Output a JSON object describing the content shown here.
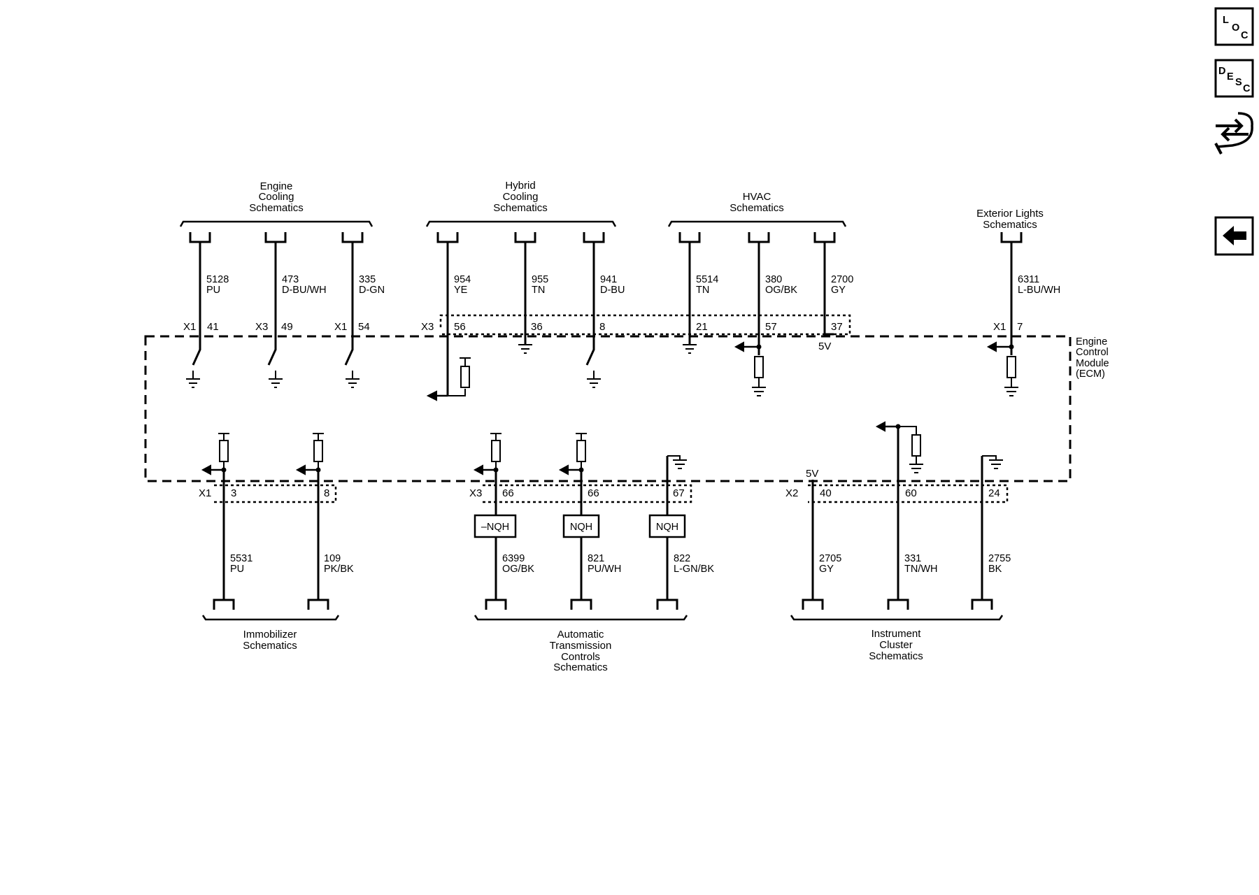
{
  "toolbar": {
    "loc": [
      "L",
      "O",
      "C"
    ],
    "desc": [
      "D",
      "E",
      "S",
      "C"
    ],
    "swap_icon": "swap-connector-icon",
    "back_icon": "back-arrow-icon"
  },
  "module": [
    "Engine",
    "Control",
    "Module",
    "(ECM)"
  ],
  "groups": {
    "engine_cooling": [
      "Engine",
      "Cooling",
      "Schematics"
    ],
    "hybrid_cooling": [
      "Hybrid",
      "Cooling",
      "Schematics"
    ],
    "hvac": [
      "HVAC",
      "Schematics"
    ],
    "exterior_lights": [
      "Exterior Lights",
      "Schematics"
    ],
    "immobilizer": [
      "Immobilizer",
      "Schematics"
    ],
    "auto_trans": [
      "Automatic",
      "Transmission",
      "Controls",
      "Schematics"
    ],
    "instrument_cluster": [
      "Instrument",
      "Cluster",
      "Schematics"
    ]
  },
  "connectors": {
    "x1": "X1",
    "x2": "X2",
    "x3": "X3"
  },
  "top_circuits": [
    {
      "circuit": "5128",
      "color": "PU",
      "pin": "41"
    },
    {
      "circuit": "473",
      "color": "D-BU/WH",
      "pin": "49"
    },
    {
      "circuit": "335",
      "color": "D-GN",
      "pin": "54"
    },
    {
      "circuit": "954",
      "color": "YE",
      "pin": "56"
    },
    {
      "circuit": "955",
      "color": "TN",
      "pin": "36"
    },
    {
      "circuit": "941",
      "color": "D-BU",
      "pin": "8"
    },
    {
      "circuit": "5514",
      "color": "TN",
      "pin": "21"
    },
    {
      "circuit": "380",
      "color": "OG/BK",
      "pin": "57"
    },
    {
      "circuit": "2700",
      "color": "GY",
      "pin": "37"
    },
    {
      "circuit": "6311",
      "color": "L-BU/WH",
      "pin": "7"
    }
  ],
  "bottom_circuits": [
    {
      "circuit": "5531",
      "color": "PU",
      "pin": "3"
    },
    {
      "circuit": "109",
      "color": "PK/BK",
      "pin": "8"
    },
    {
      "circuit": "6399",
      "color": "OG/BK",
      "pin": "66"
    },
    {
      "circuit": "821",
      "color": "PU/WH",
      "pin": "66"
    },
    {
      "circuit": "822",
      "color": "L-GN/BK",
      "pin": "67"
    },
    {
      "circuit": "2705",
      "color": "GY",
      "pin": "40"
    },
    {
      "circuit": "331",
      "color": "TN/WH",
      "pin": "60"
    },
    {
      "circuit": "2755",
      "color": "BK",
      "pin": "24"
    }
  ],
  "labels": {
    "v5": "5V",
    "nqh_neg": "–NQH",
    "nqh": "NQH"
  }
}
